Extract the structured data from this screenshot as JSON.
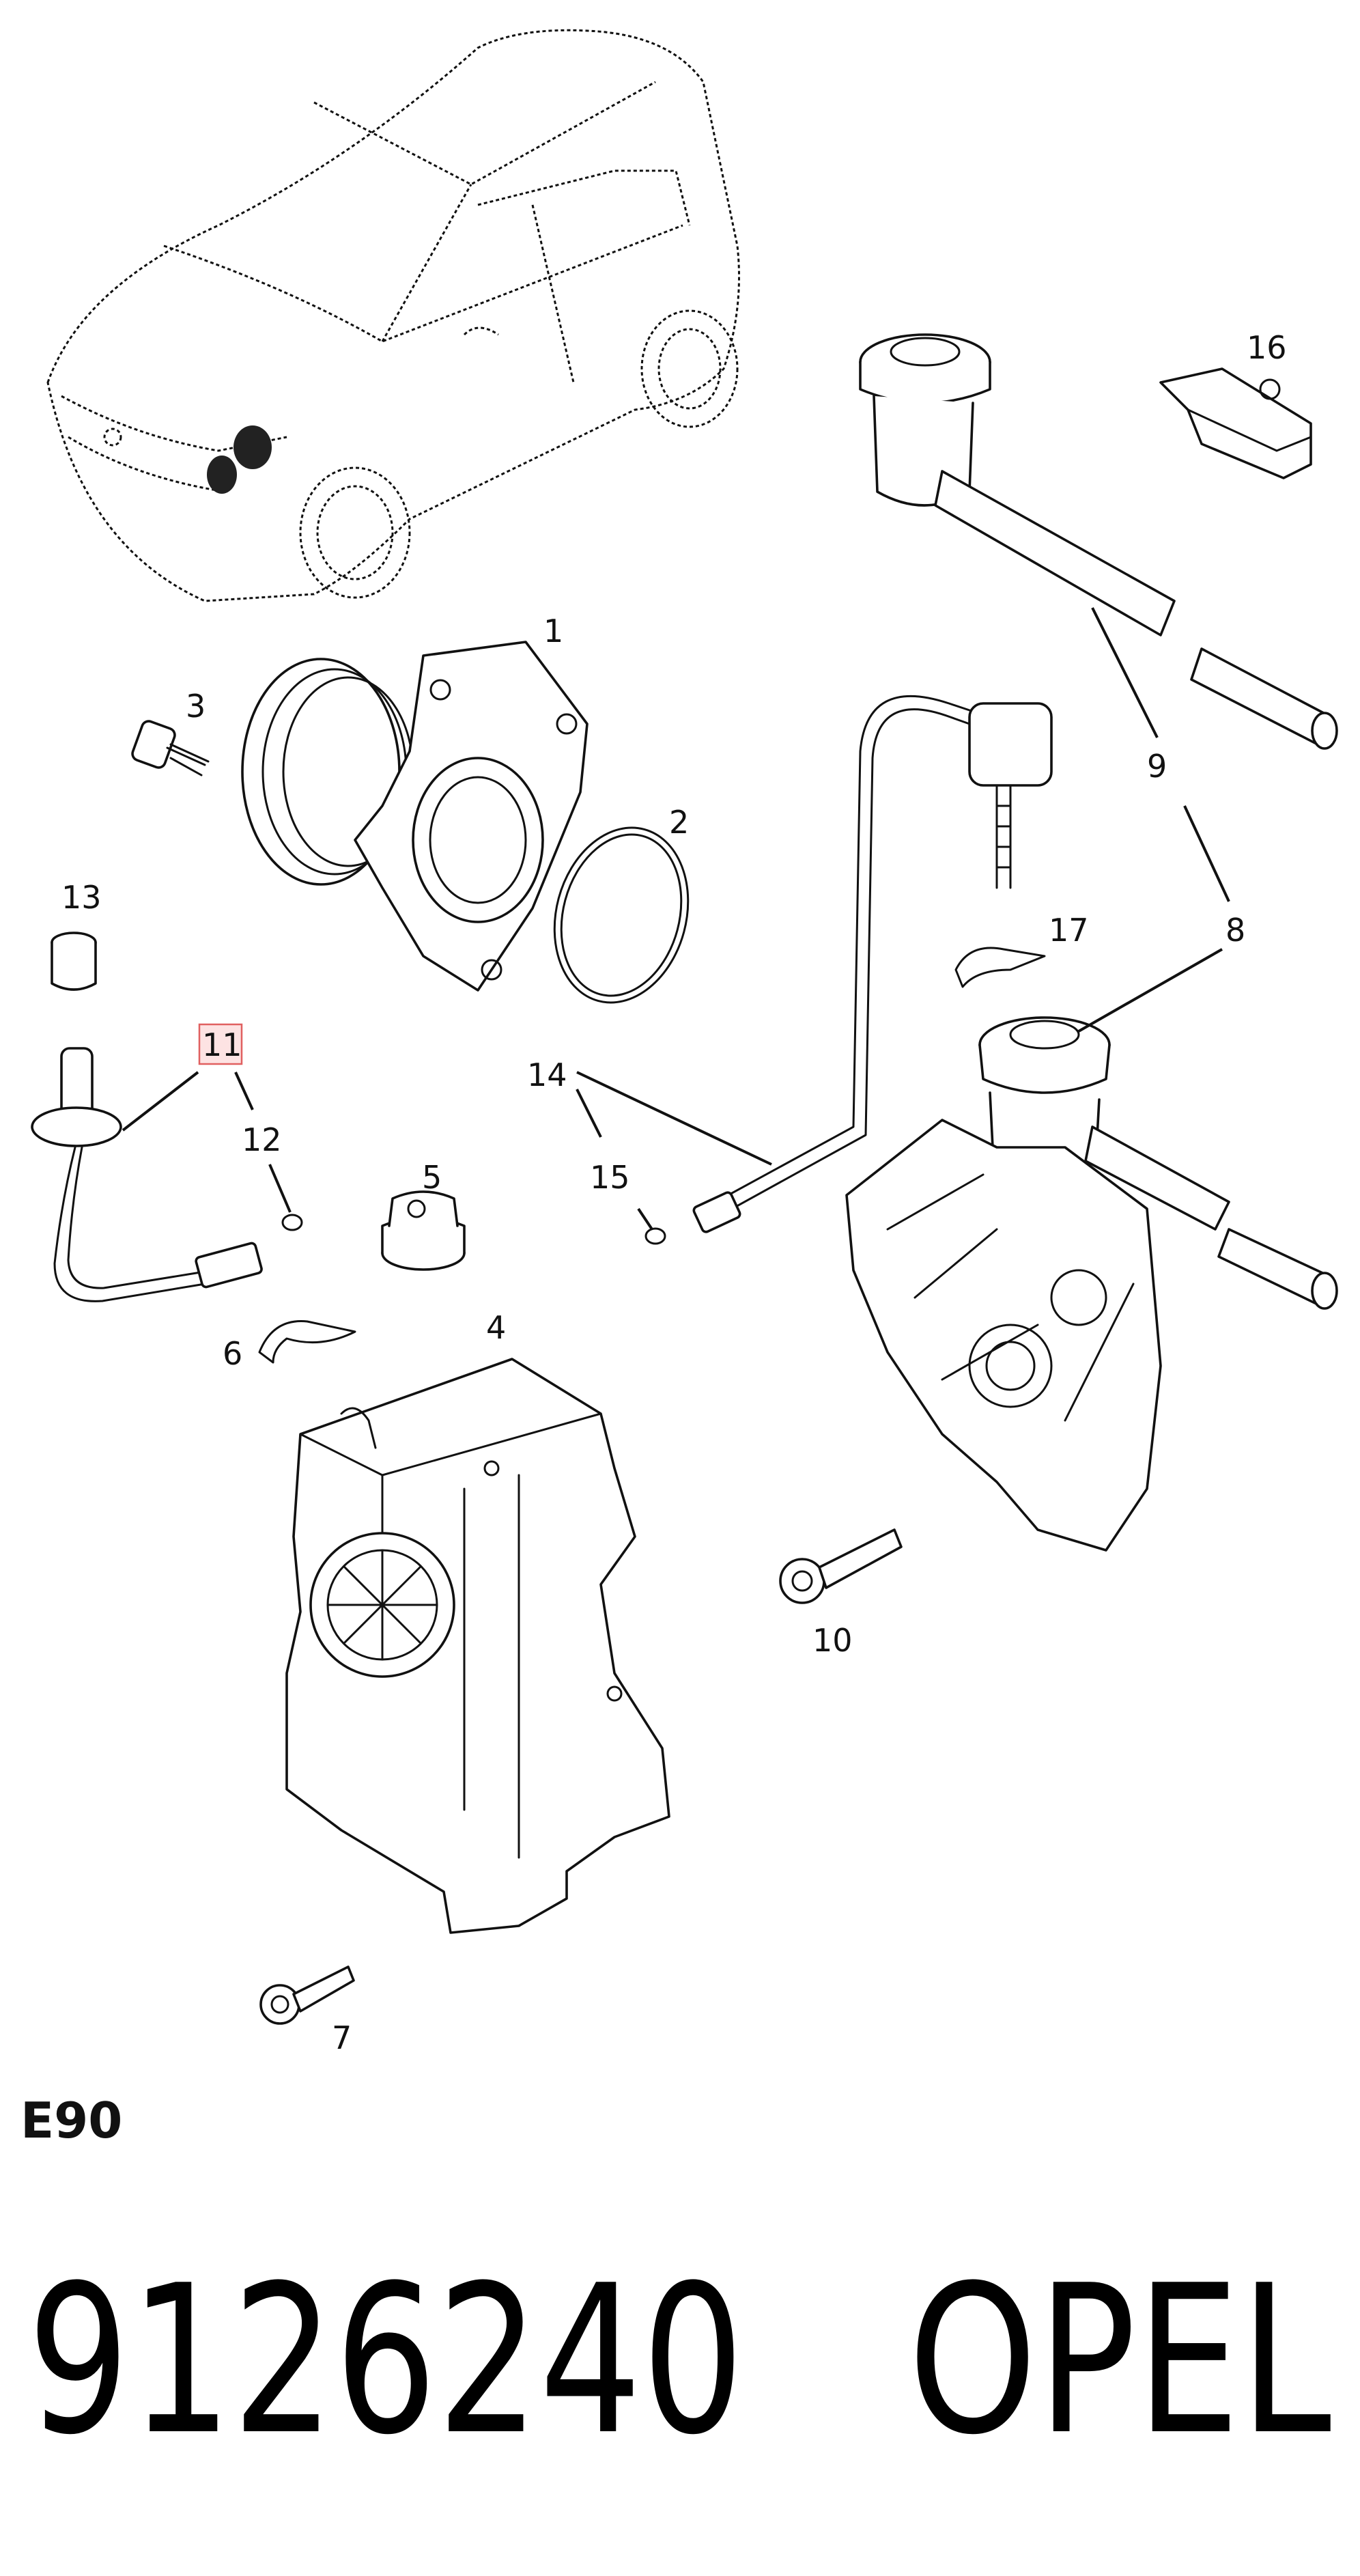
{
  "diagram": {
    "section_code": "E90",
    "part_number": "9126240",
    "brand": "OPEL",
    "callouts": [
      "1",
      "2",
      "3",
      "4",
      "5",
      "6",
      "7",
      "8",
      "9",
      "10",
      "11",
      "12",
      "13",
      "14",
      "15",
      "16",
      "17"
    ],
    "highlighted_callout": "11",
    "highlight_color": "#e06060"
  }
}
